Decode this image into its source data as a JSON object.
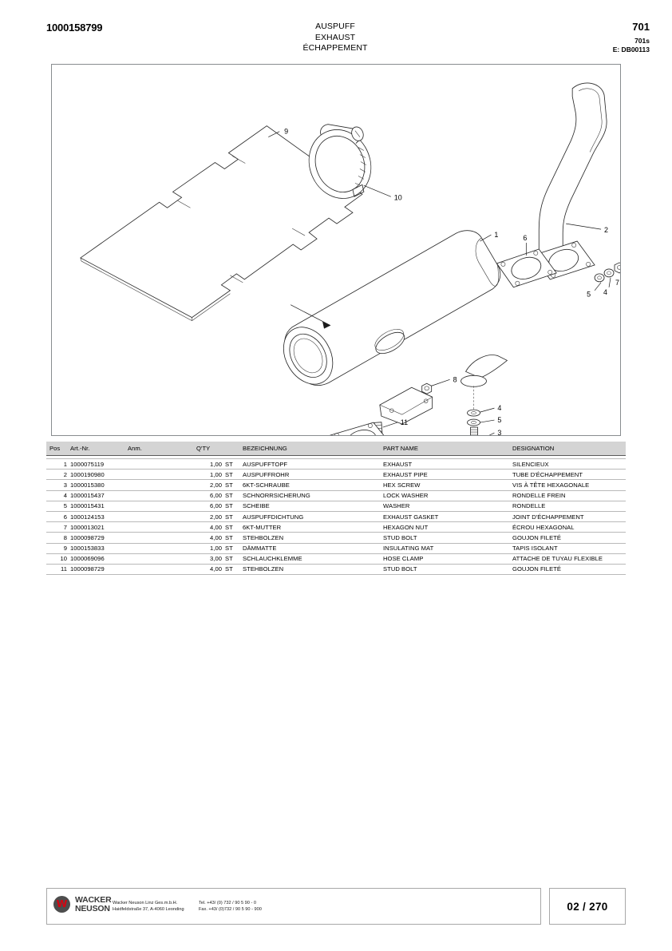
{
  "header": {
    "doc_number": "1000158799",
    "title_de": "AUSPUFF",
    "title_en": "EXHAUST",
    "title_fr": "ÉCHAPPEMENT",
    "code_main": "701",
    "code_sub": "701s",
    "code_e": "E: DB00113"
  },
  "table": {
    "headers": {
      "pos": "Pos",
      "art_nr": "Art.-Nr.",
      "anm": "Anm.",
      "qty": "Q'TY",
      "bezeichnung": "BEZEICHNUNG",
      "part_name": "PART NAME",
      "designation": "DESIGNATION"
    },
    "rows": [
      {
        "pos": "1",
        "art_nr": "1000075119",
        "anm": "",
        "qty": "1,00",
        "unit": "ST",
        "bezeichnung": "AUSPUFFTOPF",
        "part_name": "EXHAUST",
        "designation": "SILENCIEUX"
      },
      {
        "pos": "2",
        "art_nr": "1000190980",
        "anm": "",
        "qty": "1,00",
        "unit": "ST",
        "bezeichnung": "AUSPUFFROHR",
        "part_name": "EXHAUST PIPE",
        "designation": "TUBE D'ÉCHAPPEMENT"
      },
      {
        "pos": "3",
        "art_nr": "1000015380",
        "anm": "",
        "qty": "2,00",
        "unit": "ST",
        "bezeichnung": "6KT-SCHRAUBE",
        "part_name": "HEX SCREW",
        "designation": "VIS À TÊTE HEXAGONALE"
      },
      {
        "pos": "4",
        "art_nr": "1000015437",
        "anm": "",
        "qty": "6,00",
        "unit": "ST",
        "bezeichnung": "SCHNORRSICHERUNG",
        "part_name": "LOCK WASHER",
        "designation": "RONDELLE FREIN"
      },
      {
        "pos": "5",
        "art_nr": "1000015431",
        "anm": "",
        "qty": "6,00",
        "unit": "ST",
        "bezeichnung": "SCHEIBE",
        "part_name": "WASHER",
        "designation": "RONDELLE"
      },
      {
        "pos": "6",
        "art_nr": "1000124153",
        "anm": "",
        "qty": "2,00",
        "unit": "ST",
        "bezeichnung": "AUSPUFFDICHTUNG",
        "part_name": "EXHAUST GASKET",
        "designation": "JOINT D'ÉCHAPPEMENT"
      },
      {
        "pos": "7",
        "art_nr": "1000013021",
        "anm": "",
        "qty": "4,00",
        "unit": "ST",
        "bezeichnung": "6KT-MUTTER",
        "part_name": "HEXAGON NUT",
        "designation": "ÉCROU HEXAGONAL"
      },
      {
        "pos": "8",
        "art_nr": "1000098729",
        "anm": "",
        "qty": "4,00",
        "unit": "ST",
        "bezeichnung": "STEHBOLZEN",
        "part_name": "STUD BOLT",
        "designation": "GOUJON FILETÉ"
      },
      {
        "pos": "9",
        "art_nr": "1000153833",
        "anm": "",
        "qty": "1,00",
        "unit": "ST",
        "bezeichnung": "DÄMMATTE",
        "part_name": "INSULATING MAT",
        "designation": "TAPIS ISOLANT"
      },
      {
        "pos": "10",
        "art_nr": "1000069096",
        "anm": "",
        "qty": "3,00",
        "unit": "ST",
        "bezeichnung": "SCHLAUCHKLEMME",
        "part_name": "HOSE CLAMP",
        "designation": "ATTACHE  DE TUYAU FLEXIBLE"
      },
      {
        "pos": "11",
        "art_nr": "1000098729",
        "anm": "",
        "qty": "4,00",
        "unit": "ST",
        "bezeichnung": "STEHBOLZEN",
        "part_name": "STUD BOLT",
        "designation": "GOUJON FILETÉ"
      }
    ]
  },
  "diagram": {
    "callouts": [
      "1",
      "2",
      "3",
      "4",
      "5",
      "6",
      "7",
      "8",
      "9",
      "10",
      "11"
    ]
  },
  "footer": {
    "logo_w": "W",
    "logo_line1": "WACKER",
    "logo_line2": "NEUSON",
    "company_line1": "Wacker Neuson Linz  Ges.m.b.H.",
    "company_line2": "Haidfeldstraße 37, A-4060 Leonding",
    "tel": "Tel. +43/ (0) 732 / 90 5 90 - 0",
    "fax": "Fax. +43/ (0)732 / 90 5 90 - 900",
    "page": "02 / 270"
  }
}
